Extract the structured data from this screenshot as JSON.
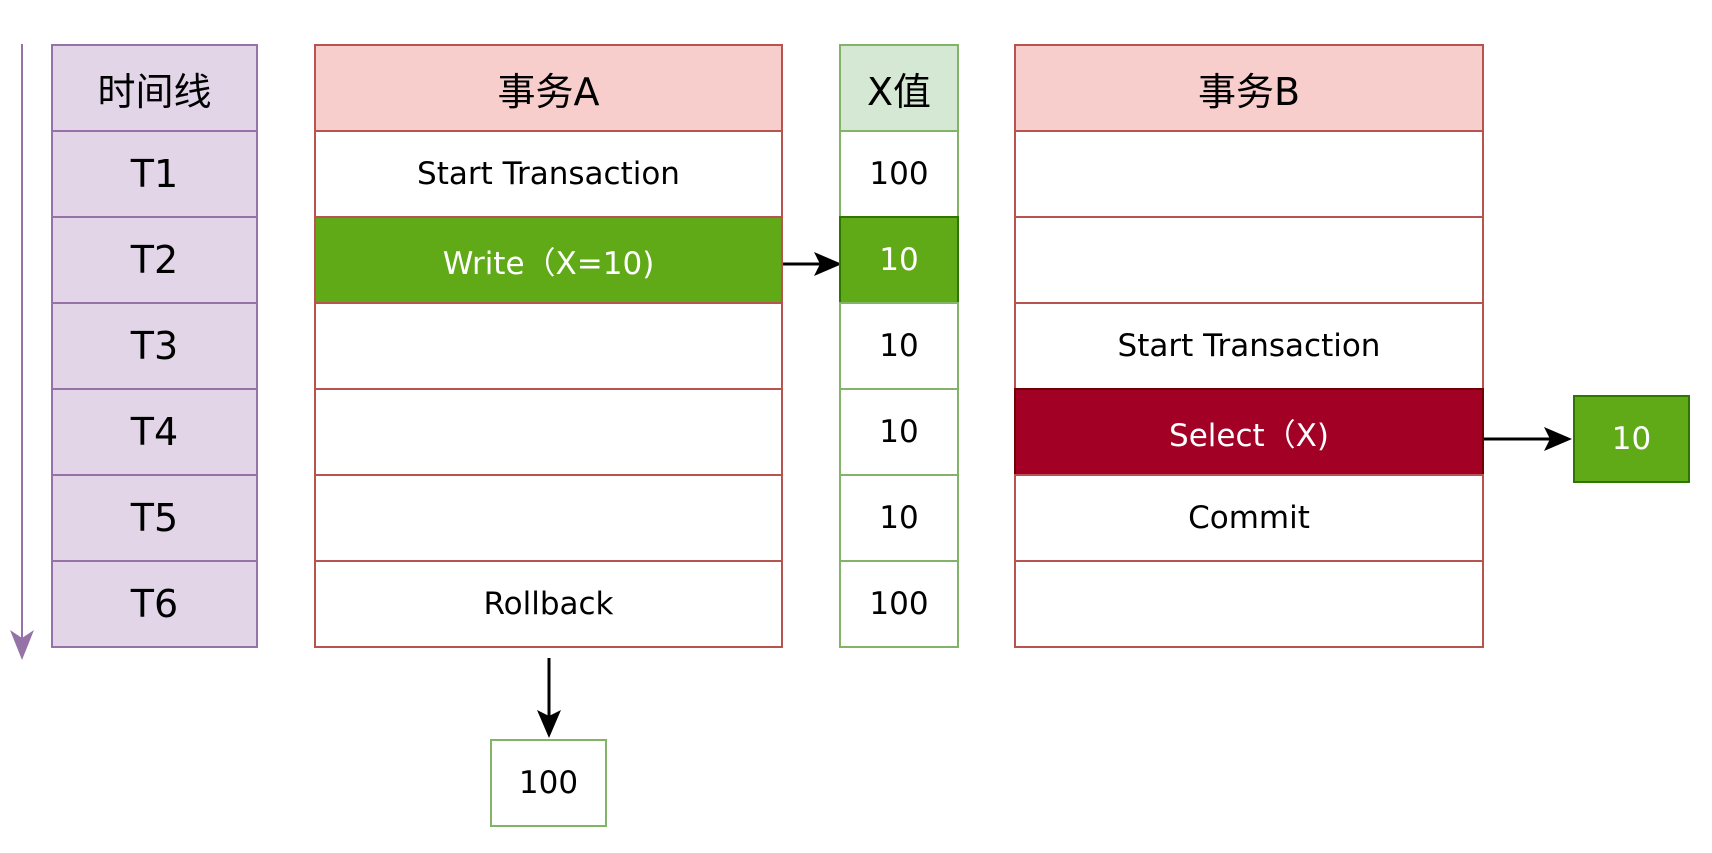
{
  "timeline": {
    "header": "时间线",
    "rows": [
      "T1",
      "T2",
      "T3",
      "T4",
      "T5",
      "T6"
    ]
  },
  "transaction_a": {
    "header": "事务A",
    "rows": [
      "Start Transaction",
      "Write（X=10)",
      "",
      "",
      "",
      "Rollback"
    ]
  },
  "x_value": {
    "header": "X值",
    "rows": [
      "100",
      "10",
      "10",
      "10",
      "10",
      "100"
    ]
  },
  "transaction_b": {
    "header": "事务B",
    "rows": [
      "",
      "",
      "Start Transaction",
      "Select（X)",
      "Commit",
      ""
    ]
  },
  "rollback_result": "100",
  "select_result": "10",
  "colors": {
    "write_highlight": "#60a917",
    "select_highlight": "#a20025",
    "txn_header": "#f8cecc",
    "x_header": "#d5e8d4",
    "timeline_fill": "#e1d5e7"
  }
}
